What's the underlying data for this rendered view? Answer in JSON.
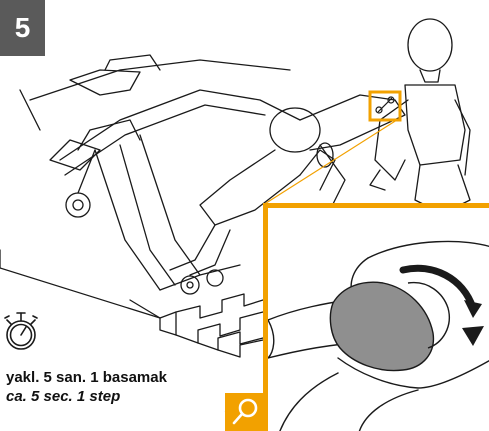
{
  "step": {
    "number": "5"
  },
  "caption": {
    "line_tr": "yakl. 5 san. 1 basamak",
    "line_en": "ca. 5 sec. 1 step"
  },
  "icons": {
    "timer": "stopwatch-icon",
    "magnifier": "magnifier-icon",
    "tool_marker": "wrench-icon"
  },
  "colors": {
    "accent": "#f2a100",
    "badge_bg": "#5a5a5a",
    "grip_fill": "#8f8f8f"
  }
}
